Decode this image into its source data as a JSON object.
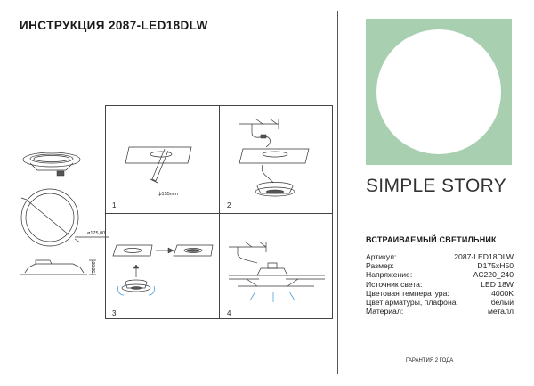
{
  "header": {
    "title": "ИНСТРУКЦИЯ 2087-LED18DLW"
  },
  "drawings": {
    "diameter_label": "ø175,00",
    "height_label": "50,00"
  },
  "panels": [
    {
      "number": "1",
      "label": "ф155mm"
    },
    {
      "number": "2"
    },
    {
      "number": "3"
    },
    {
      "number": "4"
    }
  ],
  "brand": {
    "word1": "SIMPLE",
    "word2": "STORY",
    "colors": {
      "logo_bg": "#a8d0b0"
    }
  },
  "product": {
    "name": "ВСТРАИВАЕМЫЙ СВЕТИЛЬНИК"
  },
  "specs": [
    {
      "label": "Артикул:",
      "value": "2087-LED18DLW"
    },
    {
      "label": "Размер:",
      "value": "D175xH50"
    },
    {
      "label": "Напряжение:",
      "value": "AC220_240"
    },
    {
      "label": "Источник света:",
      "value": "LED 18W"
    },
    {
      "label": "Цветовая температура:",
      "value": "4000K"
    },
    {
      "label": "Цвет арматуры, плафона:",
      "value": "белый"
    },
    {
      "label": "Материал:",
      "value": "металл"
    }
  ],
  "footer": {
    "guarantee": "ГАРАНТИЯ 2 ГОДА"
  }
}
